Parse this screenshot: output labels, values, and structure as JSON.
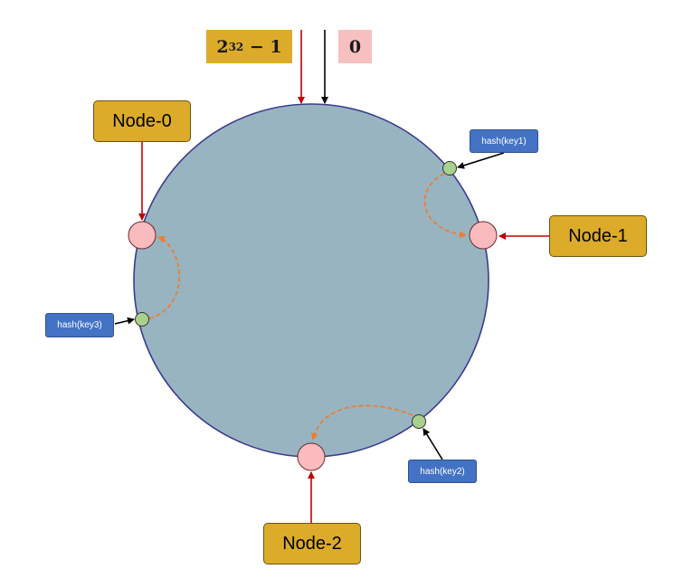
{
  "diagram": {
    "ring": {
      "fill": "#98b4c1",
      "stroke": "#3a3b8f"
    },
    "top_labels": {
      "max_base": "2",
      "max_exp": "32",
      "max_tail": " − 1",
      "zero": "0"
    },
    "nodes": [
      {
        "label": "Node-0"
      },
      {
        "label": "Node-1"
      },
      {
        "label": "Node-2"
      }
    ],
    "keys": [
      {
        "label": "hash(key1)"
      },
      {
        "label": "hash(key2)"
      },
      {
        "label": "hash(key3)"
      }
    ],
    "colors": {
      "node_box": "#dcab2a",
      "node_point": "#f9bbbe",
      "key_point": "#a9d18e",
      "hash_box": "#4472c4",
      "node_arrow": "#c00000",
      "key_arrow": "#000000",
      "mapping_arrow": "#ed7d31"
    }
  }
}
